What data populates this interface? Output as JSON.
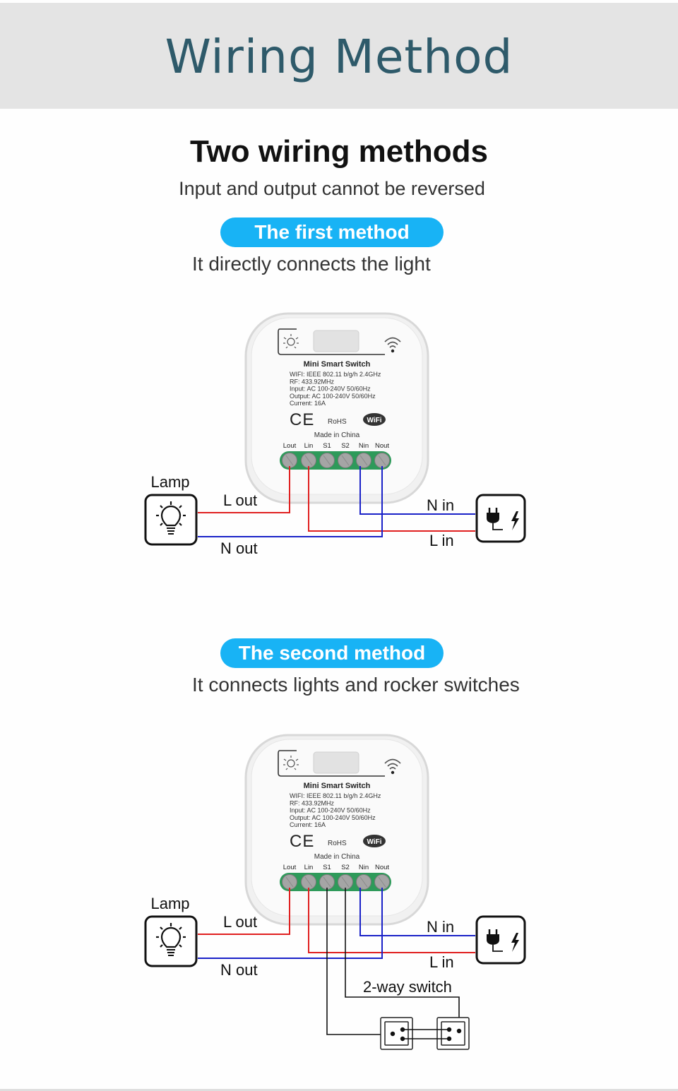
{
  "header": {
    "title": "Wiring Method"
  },
  "intro": {
    "title": "Two  wiring methods",
    "subtitle": "Input and output cannot be reversed"
  },
  "methods": [
    {
      "badge": "The first method",
      "description": "It directly connects the light",
      "has_two_way_switch": false
    },
    {
      "badge": "The second method",
      "description": "It connects lights and rocker switches",
      "has_two_way_switch": true
    }
  ],
  "device": {
    "name": "Mini  Smart  Switch",
    "specs": [
      "WIFI: IEEE 802.11 b/g/h  2.4GHz",
      "RF: 433.92MHz",
      "Input:  AC 100-240V  50/60Hz",
      "Output:  AC 100-240V  50/60Hz",
      "Current:  16A"
    ],
    "cert_ce": "CE",
    "cert_rohs": "RoHS",
    "wifi_logo": "WiFi",
    "origin": "Made in China",
    "terminals": [
      "Lout",
      "Lin",
      "S1",
      "S2",
      "Nin",
      "Nout"
    ]
  },
  "labels": {
    "lamp": "Lamp",
    "l_out": "L out",
    "n_out": "N out",
    "n_in": "N in",
    "l_in": "L in",
    "two_way_switch": "2-way switch"
  },
  "colors": {
    "live_wire": "#e02020",
    "neutral_wire": "#1a22c8",
    "switch_wire": "#111111",
    "badge": "#18b3f5",
    "header_text": "#2e5a6a",
    "terminal_block": "#2e9a5a"
  }
}
